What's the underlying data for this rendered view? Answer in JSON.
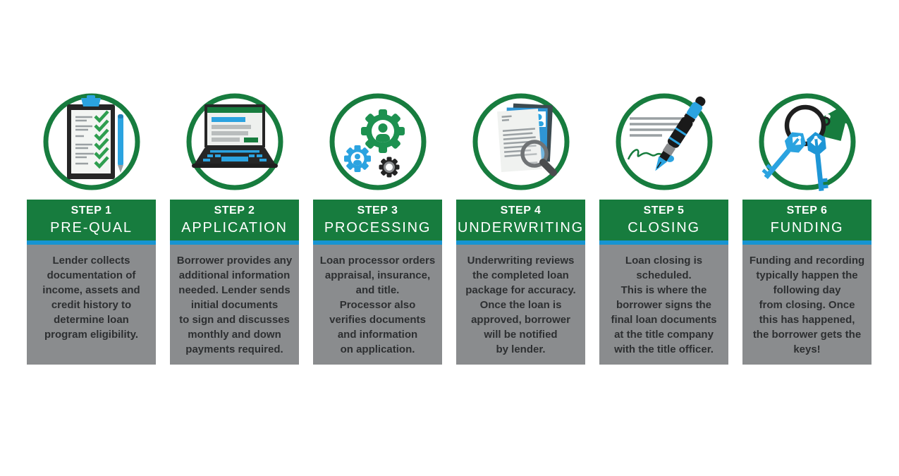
{
  "title": "Loan process steps infographic",
  "colors": {
    "green": "#177C3E",
    "icon_green": "#1D9150",
    "blue": "#1794D1",
    "icon_blue": "#2BA3E0",
    "gray": "#8A8C8E",
    "body_text": "#2D2F31",
    "header_text": "#FFFFFF"
  },
  "steps": [
    {
      "step_label": "STEP 1",
      "name": "PRE-QUAL",
      "icon": "clipboard-checklist-icon",
      "description": "Lender collects\ndocumentation of\nincome, assets and\ncredit history to\ndetermine loan\nprogram eligibility."
    },
    {
      "step_label": "STEP 2",
      "name": "APPLICATION",
      "icon": "laptop-form-icon",
      "description": "Borrower provides any\nadditional information\nneeded. Lender sends\ninitial documents\nto sign and discusses\nmonthly and down\npayments required."
    },
    {
      "step_label": "STEP 3",
      "name": "PROCESSING",
      "icon": "gears-people-icon",
      "description": "Loan processor orders\nappraisal, insurance,\nand title.\nProcessor also\nverifies documents\nand information\non application."
    },
    {
      "step_label": "STEP 4",
      "name": "UNDERWRITING",
      "icon": "documents-magnifier-icon",
      "description": "Underwriting reviews\nthe completed loan\npackage for accuracy.\nOnce the loan is\napproved, borrower\nwill be notified\nby lender."
    },
    {
      "step_label": "STEP 5",
      "name": "CLOSING",
      "icon": "pen-signature-icon",
      "description": "Loan closing is\nscheduled.\nThis is where the\nborrower signs the\nfinal loan documents\nat the title company\nwith the title officer."
    },
    {
      "step_label": "STEP 6",
      "name": "FUNDING",
      "icon": "house-keys-icon",
      "description": "Funding and recording\ntypically happen the\nfollowing day\nfrom closing. Once\nthis has happened,\nthe borrower gets the\nkeys!"
    }
  ]
}
